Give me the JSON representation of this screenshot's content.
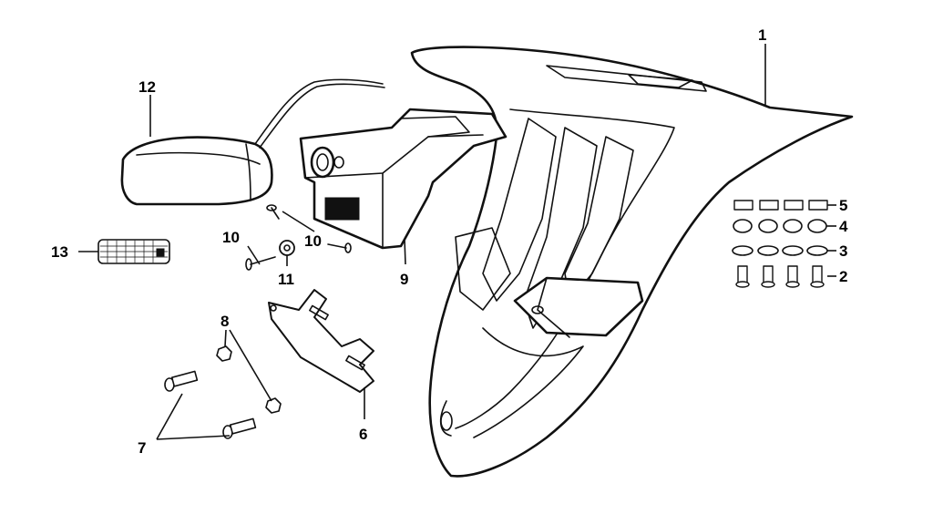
{
  "diagram": {
    "callouts": [
      {
        "id": "1",
        "label": "1"
      },
      {
        "id": "2",
        "label": "2"
      },
      {
        "id": "3",
        "label": "3"
      },
      {
        "id": "4",
        "label": "4"
      },
      {
        "id": "5",
        "label": "5"
      },
      {
        "id": "6",
        "label": "6"
      },
      {
        "id": "7",
        "label": "7"
      },
      {
        "id": "8",
        "label": "8"
      },
      {
        "id": "9",
        "label": "9"
      },
      {
        "id": "10a",
        "label": "10"
      },
      {
        "id": "10b",
        "label": "10"
      },
      {
        "id": "11",
        "label": "11"
      },
      {
        "id": "12",
        "label": "12"
      },
      {
        "id": "13",
        "label": "13"
      }
    ]
  }
}
